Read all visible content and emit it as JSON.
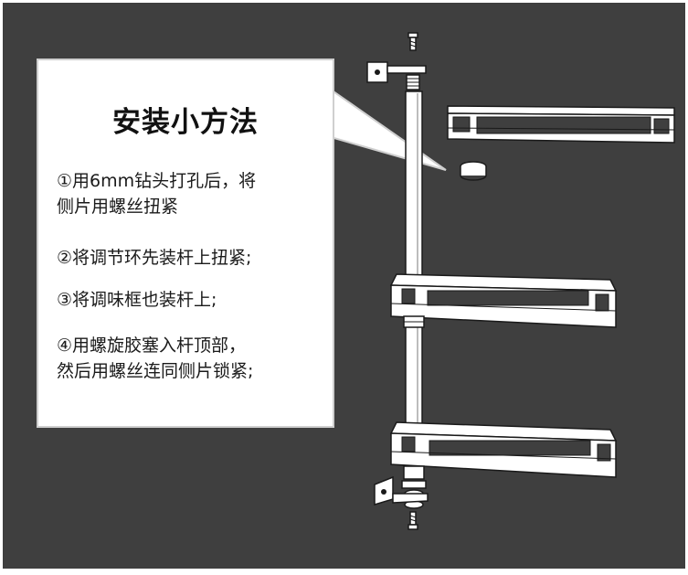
{
  "instructions": {
    "title": "安装小方法",
    "steps": [
      "①用6mm钻头打孔后，将\n侧片用螺丝扭紧",
      "②将调节环先装杆上扭紧;",
      "③将调味框也装杆上;",
      "④用螺旋胶塞入杆顶部，\n然后用螺丝连同侧片锁紧;"
    ]
  },
  "colors": {
    "background": "#3f3f3f",
    "callout": "#ffffff",
    "line_art": "#ffffff",
    "outline": "#1a1a1a"
  }
}
